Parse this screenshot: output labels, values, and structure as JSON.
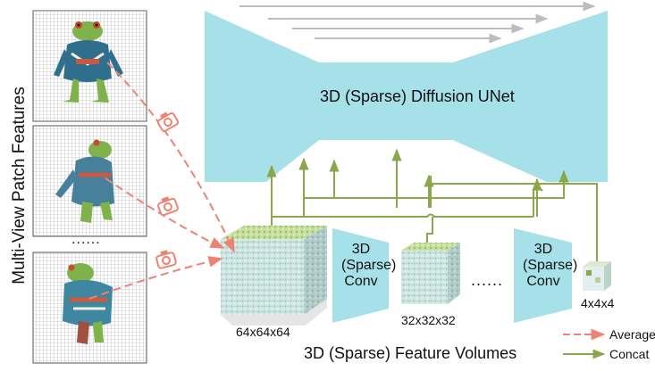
{
  "side_label": "Multi-View Patch Features",
  "unet_label": "3D (Sparse) Diffusion UNet",
  "conv_block_label": [
    "3D",
    "(Sparse)",
    "Conv"
  ],
  "volume_sizes": [
    "64x64x64",
    "32x32x32",
    "4x4x4"
  ],
  "ellipsis_mid": "......",
  "ellipsis_left": "......",
  "volumes_label": "3D (Sparse) Feature Volumes",
  "legend": {
    "average": "Average",
    "concat": "Concat"
  },
  "colors": {
    "unet_fill": "#a6e0e9",
    "conv_fill": "#a6e0e9",
    "concat_arrow": "#8aa84a",
    "average_arrow": "#ee8273",
    "skip_arrow": "#bdbdbd",
    "grid": "#9a9a9a"
  },
  "icons": [
    "camera-icon",
    "frog-render"
  ]
}
